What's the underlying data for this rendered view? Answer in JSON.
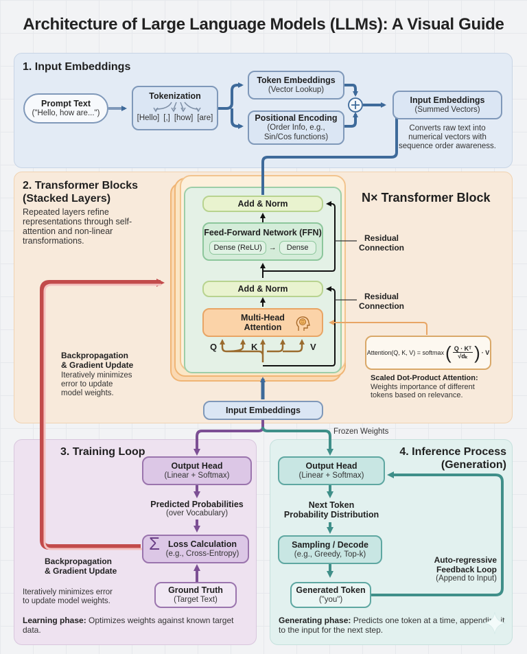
{
  "title": "Architecture of Large Language Models (LLMs): A Visual Guide",
  "colors": {
    "blue_flow": "#3e6a9a",
    "dark_flow": "#111111",
    "orange_flow": "#e8a565",
    "brown_flow": "#9a6b2e",
    "red_flow": "#c24b4b",
    "purple_flow": "#7c4f94",
    "teal_flow": "#3f8f89"
  },
  "section1": {
    "title": "1. Input Embeddings",
    "prompt": {
      "title": "Prompt Text",
      "sub": "(\"Hello, how are...\")"
    },
    "tokenization": {
      "title": "Tokenization",
      "tokens": [
        "[Hello]",
        "[,]",
        "[how]",
        "[are]"
      ]
    },
    "token_embeddings": {
      "title": "Token Embeddings",
      "sub": "(Vector Lookup)"
    },
    "positional_encoding": {
      "title": "Positional Encoding",
      "sub1": "(Order Info, e.g.,",
      "sub2": "Sin/Cos functions)"
    },
    "sum_symbol": "+",
    "input_embeddings": {
      "title": "Input Embeddings",
      "sub": "(Summed Vectors)"
    },
    "note": [
      "Converts raw text into",
      "numerical vectors with",
      "sequence order awareness."
    ]
  },
  "section2": {
    "title_line1": "2. Transformer Blocks",
    "title_line2": "(Stacked Layers)",
    "desc": [
      "Repeated layers refine",
      "representations through self-",
      "attention and non-linear",
      "transformations."
    ],
    "block_label": "N× Transformer Block",
    "add_norm_top": "Add & Norm",
    "ffn": {
      "title": "Feed-Forward Network (FFN)",
      "dense1": "Dense (ReLU)",
      "dense2": "Dense"
    },
    "add_norm_bottom": "Add & Norm",
    "attention": {
      "line1": "Multi-Head",
      "line2": "Attention"
    },
    "qkv": [
      "Q",
      "K",
      "V"
    ],
    "residual1": [
      "Residual",
      "Connection"
    ],
    "residual2": [
      "Residual",
      "Connection"
    ],
    "formula": {
      "lhs": "Attention(Q, K, V) = softmax",
      "numerator": "Q · Kᵀ",
      "denominator": "√dₖ",
      "rhs": "· V"
    },
    "formula_note_title": "Scaled Dot-Product Attention:",
    "formula_note": [
      "Weights importance of different",
      "tokens based on relevance."
    ],
    "backprop": {
      "title1": "Backpropagation",
      "title2": "& Gradient Update",
      "desc": [
        "Iteratively minimizes",
        "error to update",
        "model weights."
      ]
    },
    "input_embeddings": "Input Embeddings"
  },
  "frozen_weights": "Frozen Weights",
  "section3": {
    "title": "3. Training Loop",
    "output_head": {
      "title": "Output Head",
      "sub": "(Linear + Softmax)"
    },
    "predicted": {
      "title": "Predicted Probabilities",
      "sub": "(over Vocabulary)"
    },
    "loss": {
      "symbol": "Σ",
      "title": "Loss Calculation",
      "sub": "(e.g., Cross-Entropy)"
    },
    "ground_truth": {
      "title": "Ground Truth",
      "sub": "(Target Text)"
    },
    "backprop": {
      "title1": "Backpropagation",
      "title2": "& Gradient Update",
      "desc": [
        "Iteratively minimizes error",
        "to update model weights."
      ]
    },
    "phase_label": "Learning phase:",
    "phase_text": " Optimizes weights against known target data."
  },
  "section4": {
    "title_line1": "4. Inference Process",
    "title_line2": "(Generation)",
    "output_head": {
      "title": "Output Head",
      "sub": "(Linear + Softmax)"
    },
    "next_token": {
      "title1": "Next Token",
      "title2": "Probability Distribution"
    },
    "sampling": {
      "title": "Sampling / Decode",
      "sub": "(e.g., Greedy, Top-k)"
    },
    "generated": {
      "title": "Generated Token",
      "sub": "(\"you\")"
    },
    "loop": {
      "title1": "Auto-regressive",
      "title2": "Feedback Loop",
      "sub": "(Append to Input)"
    },
    "phase_label": "Generating phase:",
    "phase_text": " Predicts one token at a time, appending it to the input for the next step."
  }
}
